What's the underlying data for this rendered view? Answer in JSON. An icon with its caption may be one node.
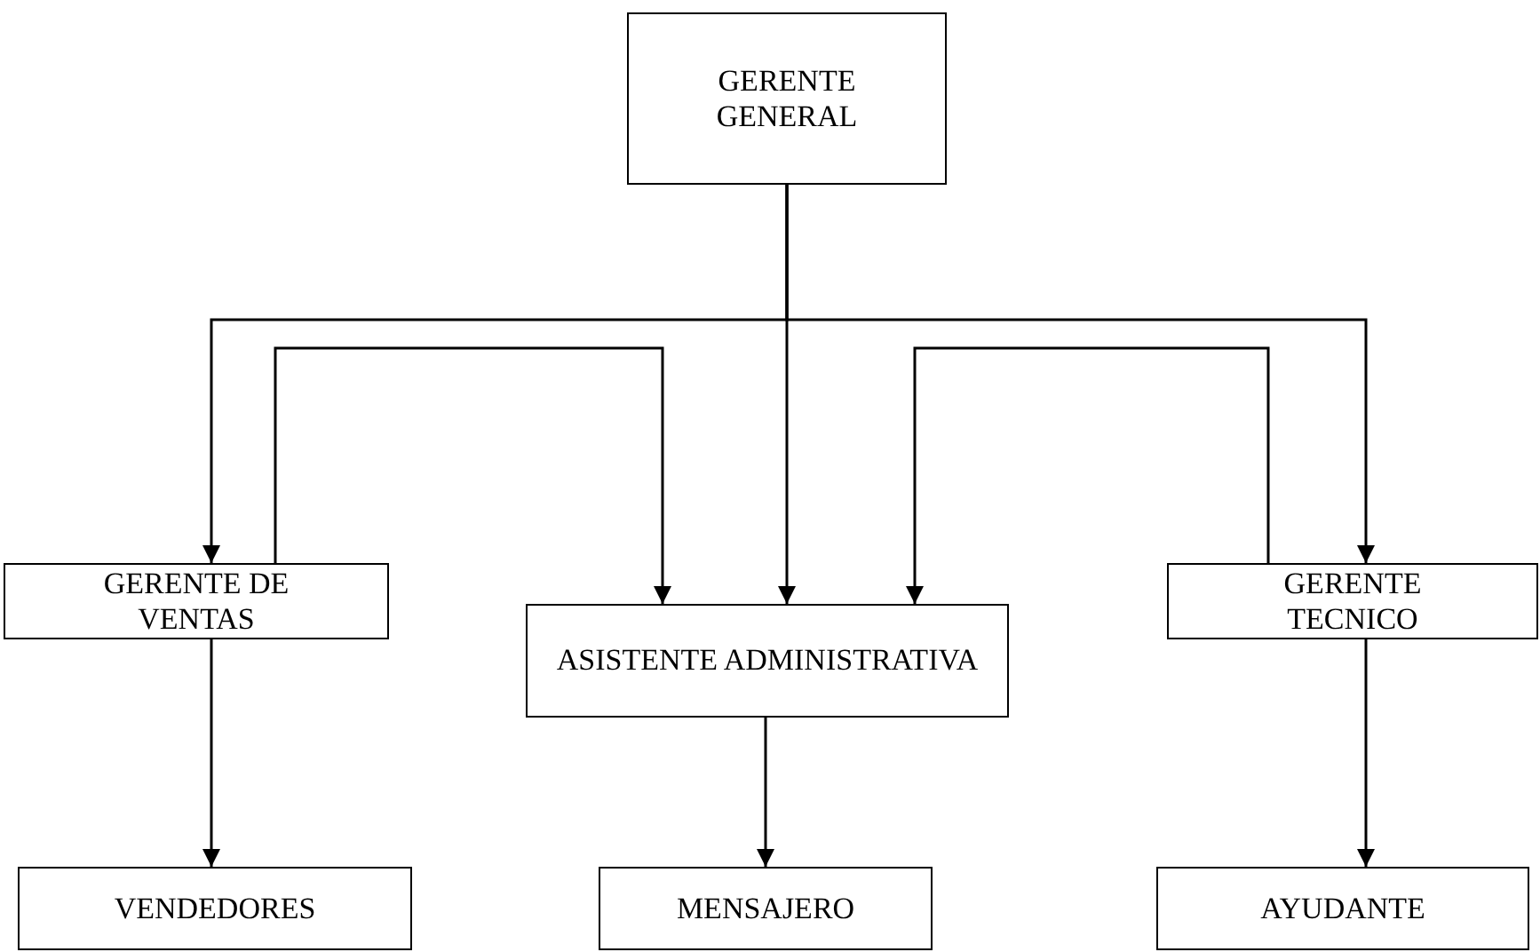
{
  "diagram": {
    "nodes": [
      {
        "text": [
          "GERENTE GENERAL"
        ]
      },
      {
        "text": [
          "GERENTE DE VENTAS"
        ]
      },
      {
        "text": [
          "ASISTENTE ADMINISTRATIVA"
        ]
      },
      {
        "text": [
          "GERENTE TECNICO"
        ]
      },
      {
        "text": [
          "VENDEDORES"
        ]
      },
      {
        "text": [
          "MENSAJERO"
        ]
      },
      {
        "text": [
          "AYUDANTE"
        ]
      }
    ],
    "edges": [
      {
        "from": 0,
        "to": 1,
        "arrow": "to"
      },
      {
        "from": 0,
        "to": 2,
        "arrow": "to"
      },
      {
        "from": 0,
        "to": 3,
        "arrow": "to"
      },
      {
        "from": 1,
        "to": 2,
        "arrow": "to"
      },
      {
        "from": 3,
        "to": 2,
        "arrow": "to"
      },
      {
        "from": 1,
        "to": 4,
        "arrow": "to"
      },
      {
        "from": 2,
        "to": 5,
        "arrow": "to"
      },
      {
        "from": 3,
        "to": 6,
        "arrow": "to"
      }
    ]
  }
}
